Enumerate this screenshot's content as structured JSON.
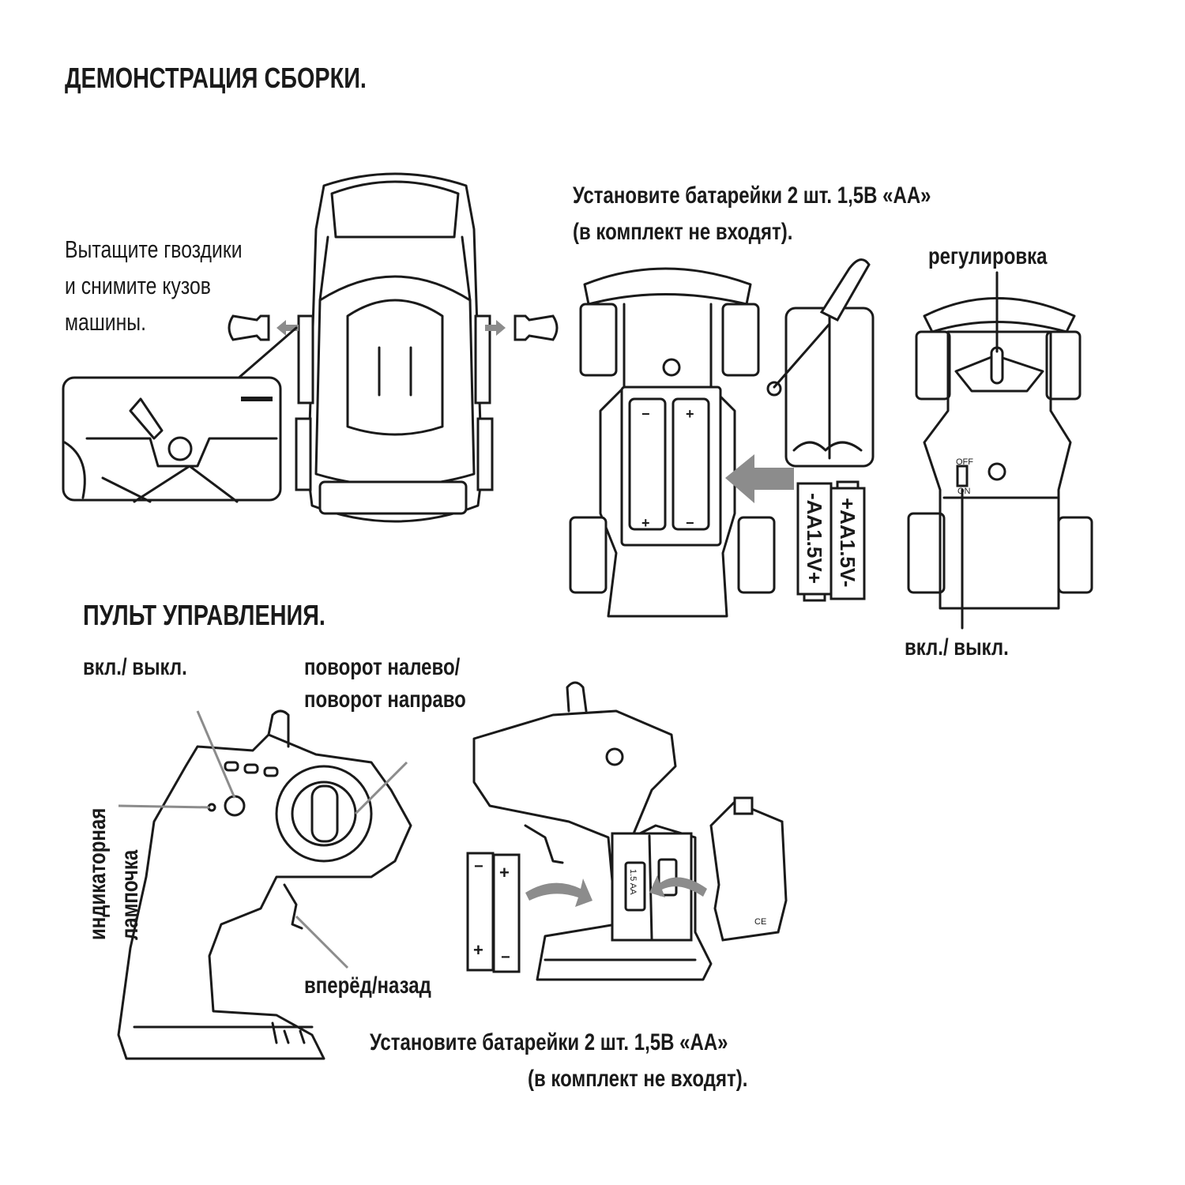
{
  "assembly": {
    "title": "ДЕМОНСТРАЦИЯ СБОРКИ.",
    "remove_pins": [
      "Вытащите гвоздики",
      "и снимите кузов",
      "машины."
    ],
    "install_batteries": [
      "Установите батарейки 2 шт. 1,5В «АА»",
      "(в комплект не входят)."
    ],
    "adjustment_label": "регулировка",
    "power_switch_label": "вкл./ выкл.",
    "battery_labels": [
      "-AA1.5V+",
      "+AA1.5V-"
    ]
  },
  "remote": {
    "title": "ПУЛЬТ УПРАВЛЕНИЯ.",
    "power_switch_label": "вкл./ выкл.",
    "steering_label": [
      "поворот налево/",
      "поворот направо"
    ],
    "indicator_label": [
      "индикаторная",
      "лампочка"
    ],
    "throttle_label": "вперёд/назад",
    "install_batteries": [
      "Установите батарейки 2 шт. 1,5В «АА»",
      "(в комплект не входят)."
    ],
    "compartment_marking": "1.5 AA"
  },
  "colors": {
    "ink": "#1a1a1a",
    "arrow": "#8c8c8c"
  }
}
